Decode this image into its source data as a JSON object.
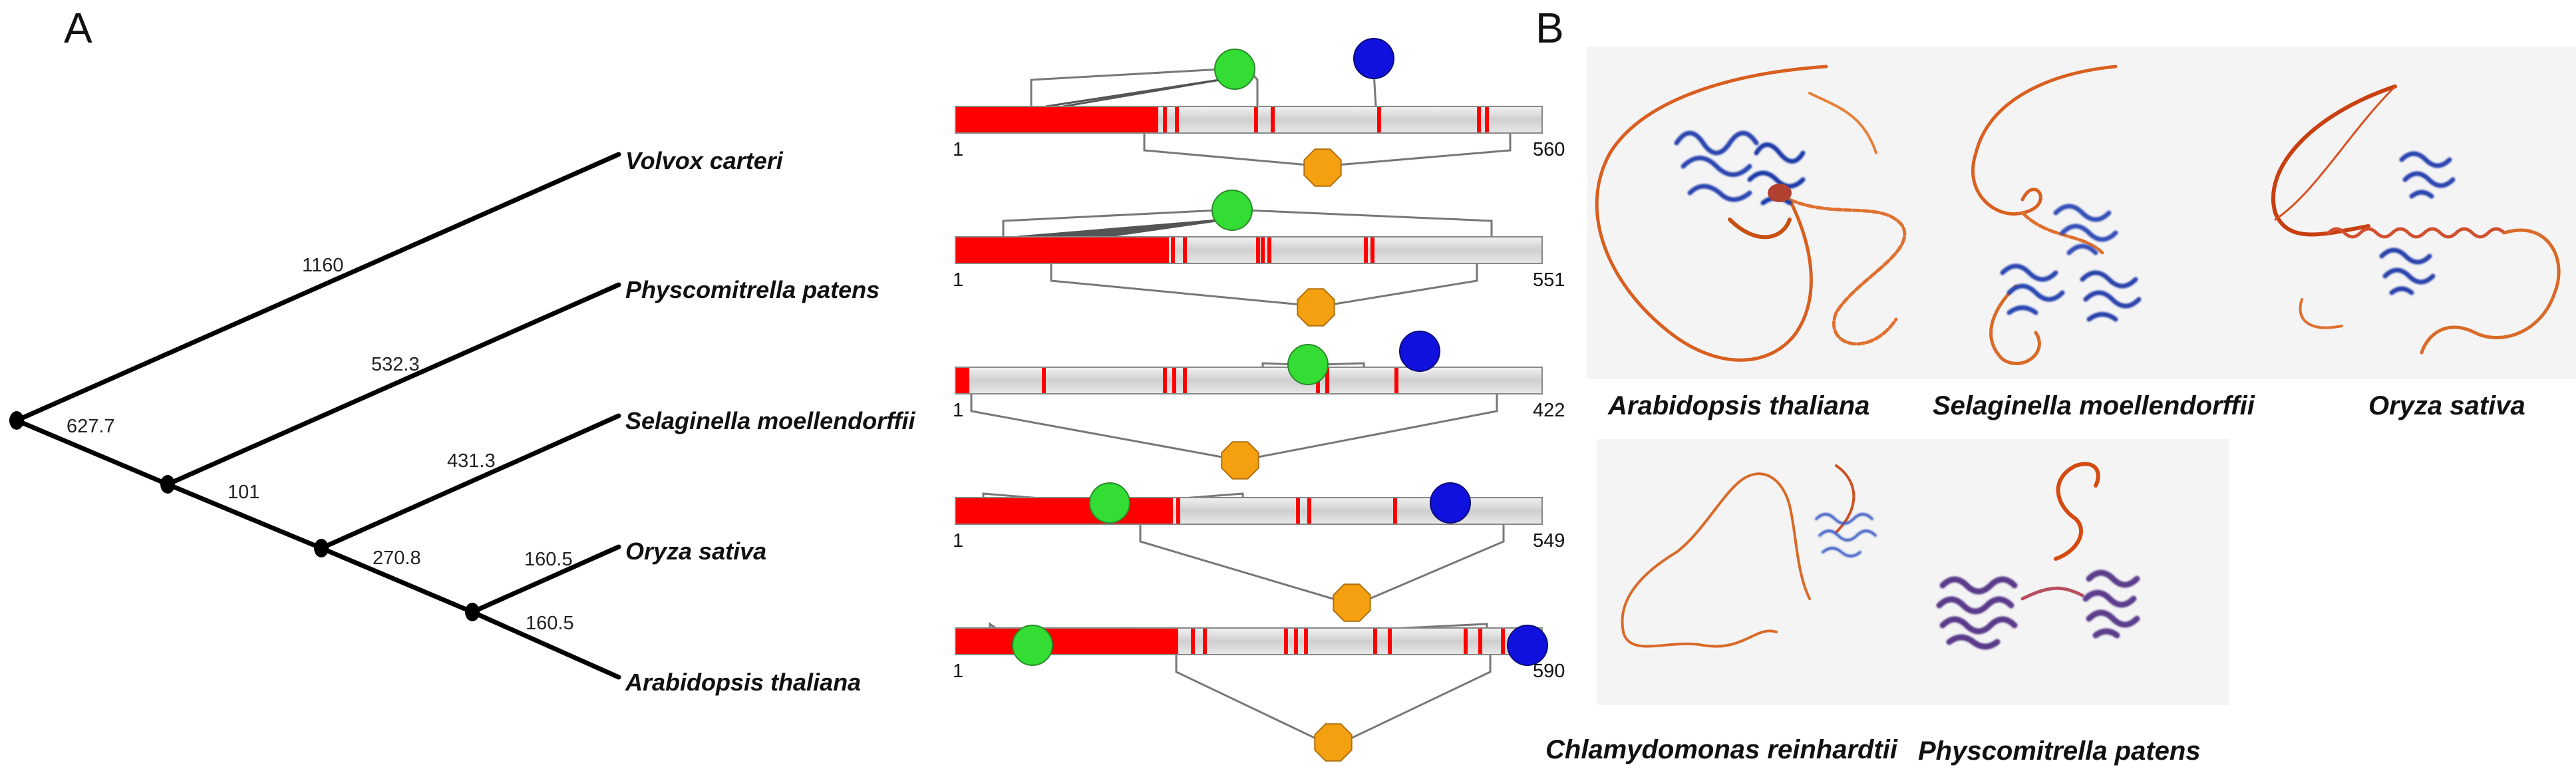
{
  "panels": {
    "a_label": "A",
    "b_label": "B"
  },
  "tree": {
    "taxa": [
      "Volvox carteri",
      "Physcomitrella patens",
      "Selaginella moellendorffii",
      "Oryza sativa",
      "Arabidopsis thaliana"
    ],
    "branch_lengths": {
      "volvox": "1160",
      "physco": "532.3",
      "selag": "431.3",
      "oryza": "160.5",
      "arab": "160.5",
      "root_to_n1": "627.7",
      "n1_to_n2": "101",
      "n2_to_n3": "270.8"
    }
  },
  "domains": [
    {
      "start": "1",
      "end": "560",
      "length": 560
    },
    {
      "start": "1",
      "end": "551",
      "length": 551
    },
    {
      "start": "1",
      "end": "422",
      "length": 422
    },
    {
      "start": "1",
      "end": "549",
      "length": 549
    },
    {
      "start": "1",
      "end": "590",
      "length": 590
    }
  ],
  "symbol_colors": {
    "green": "#33dd33",
    "blue": "#1111dd",
    "orange": "#f5a010",
    "red": "#ff0000"
  },
  "structures": {
    "captions": [
      "Arabidopsis thaliana",
      "Selaginella moellendorffii",
      "Oryza sativa",
      "Chlamydomonas reinhardtii",
      "Physcomitrella patens"
    ]
  }
}
